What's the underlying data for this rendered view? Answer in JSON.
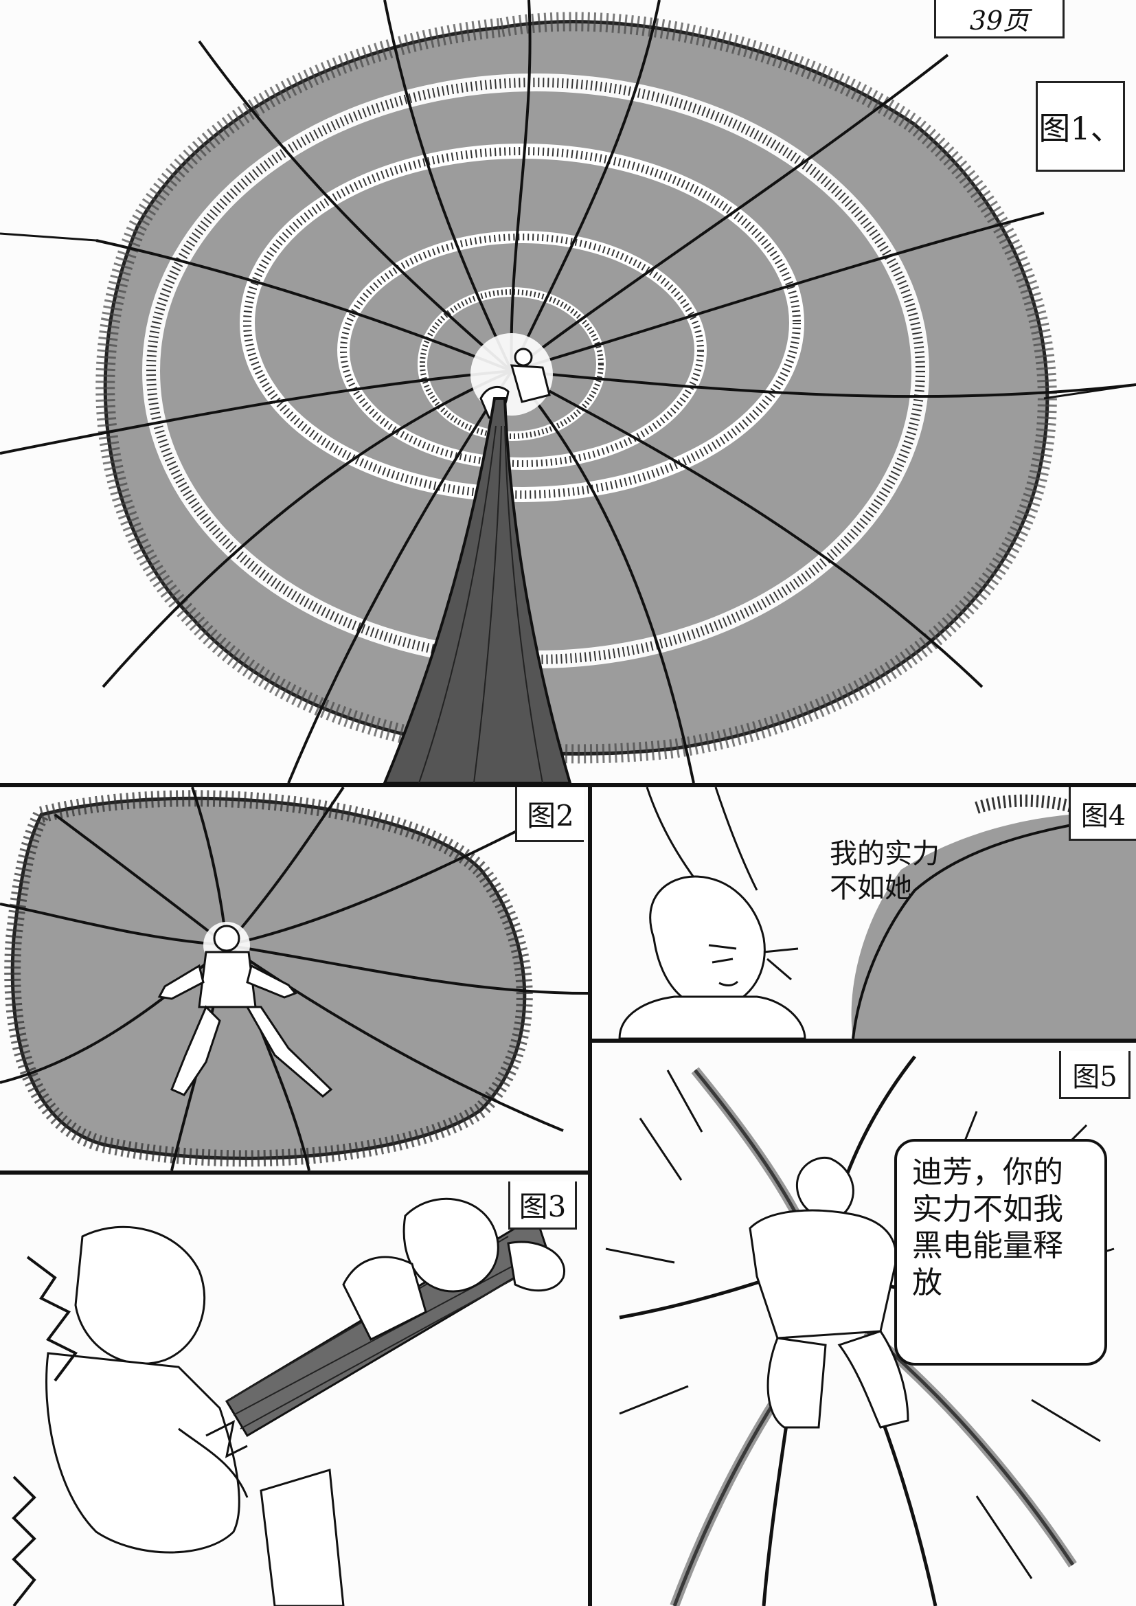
{
  "page": {
    "page_number": "39页",
    "colors": {
      "ink": "#111111",
      "shade": "#9a9a9a",
      "paper": "#fdfdfd"
    }
  },
  "panels": [
    {
      "id": "panel-1",
      "label": "图1、"
    },
    {
      "id": "panel-2",
      "label": "图2"
    },
    {
      "id": "panel-3",
      "label": "图3"
    },
    {
      "id": "panel-4",
      "label": "图4",
      "dialogue": "我的实力\n不如她"
    },
    {
      "id": "panel-5",
      "label": "图5",
      "dialogue": "迪芳，你的\n实力不如我\n黑电能量释\n放"
    }
  ]
}
